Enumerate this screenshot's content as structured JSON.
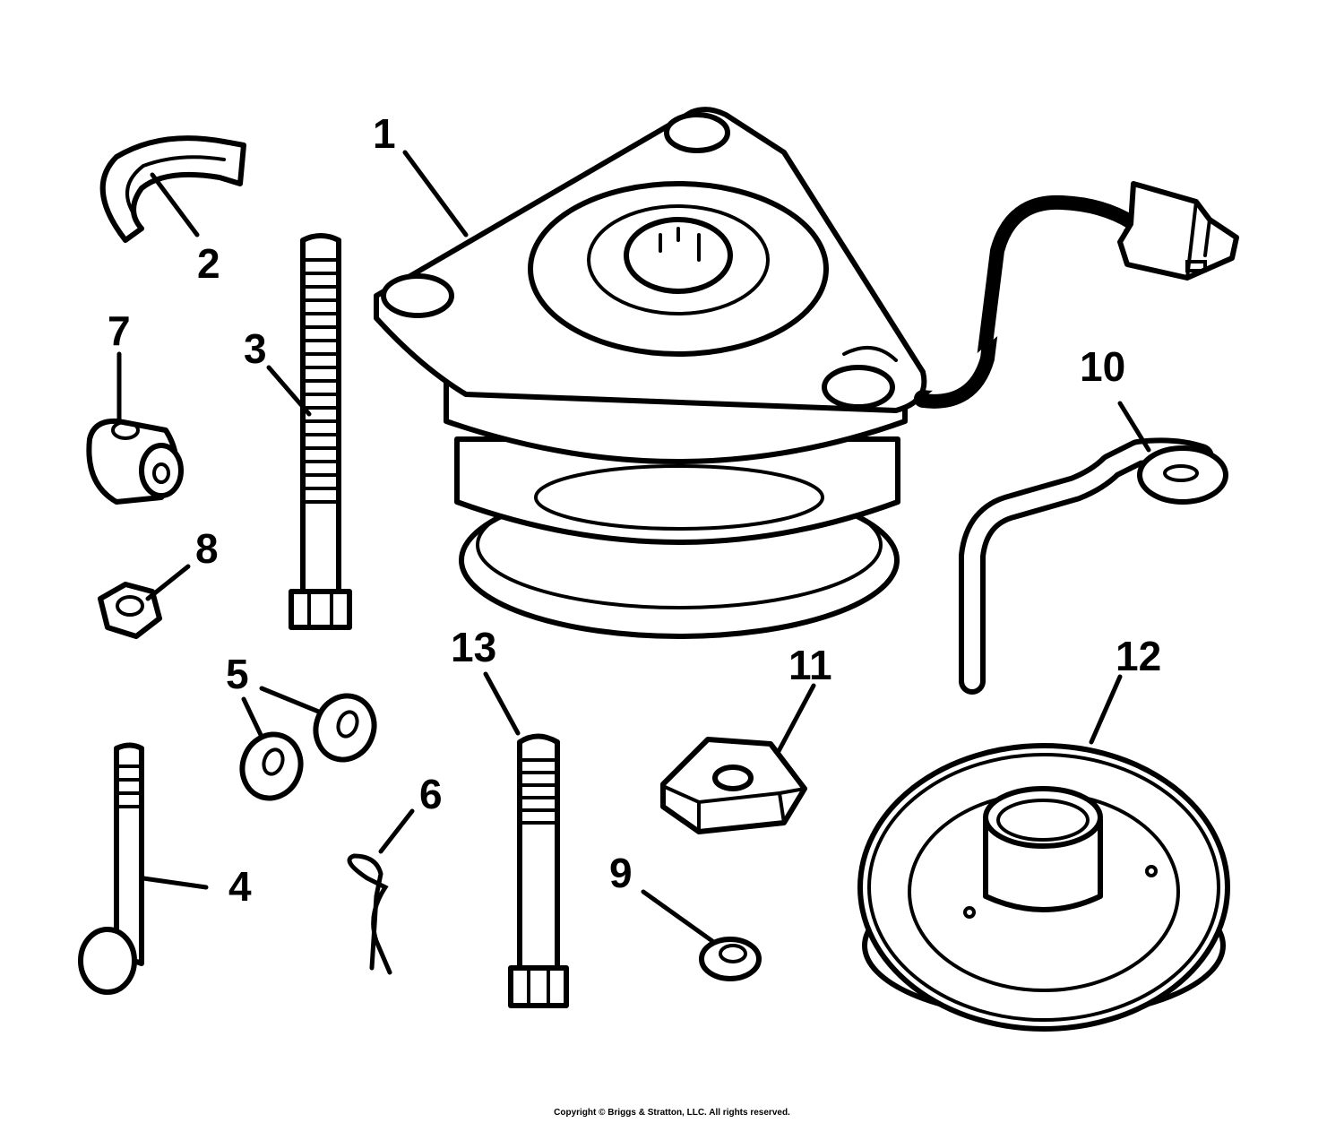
{
  "callouts": {
    "c1": "1",
    "c2": "2",
    "c3": "3",
    "c4": "4",
    "c5": "5",
    "c6": "6",
    "c7": "7",
    "c8": "8",
    "c9": "9",
    "c10": "10",
    "c11": "11",
    "c12": "12",
    "c13": "13"
  },
  "footer": {
    "copyright": "Copyright © Briggs & Stratton, LLC. All rights reserved."
  }
}
